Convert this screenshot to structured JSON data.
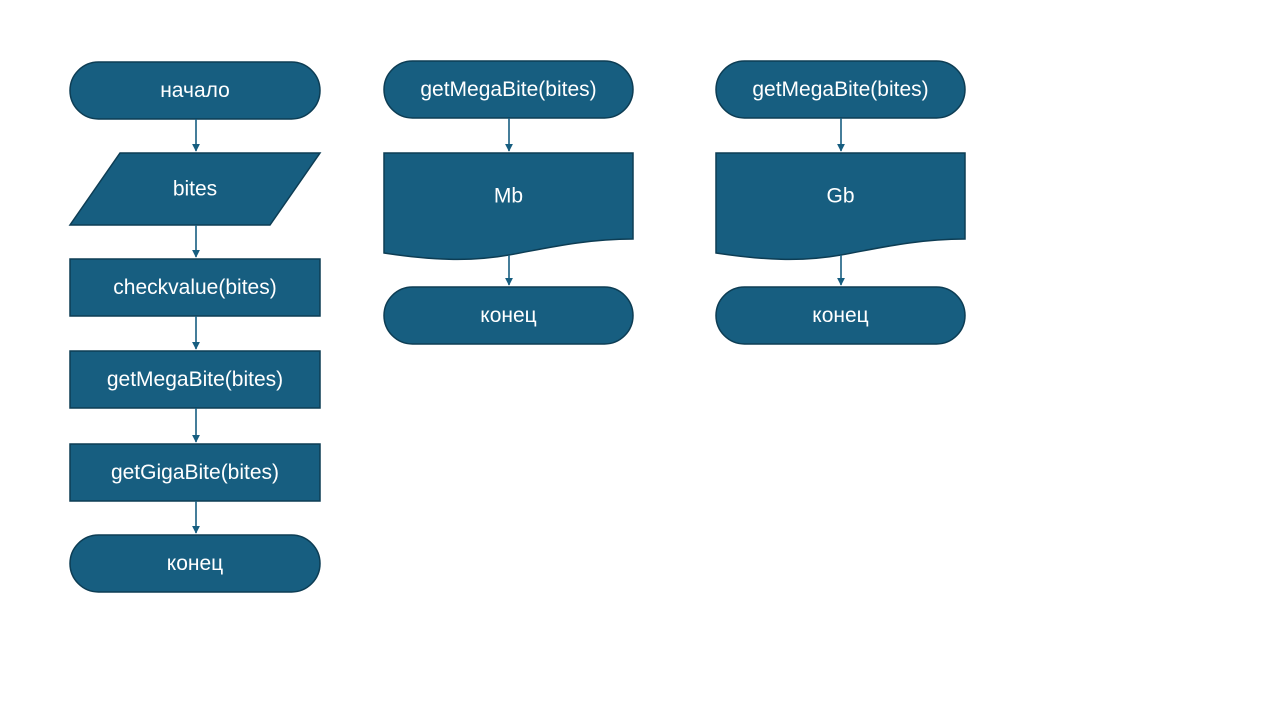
{
  "colors": {
    "shape_fill": "#175e80",
    "shape_stroke": "#0d3d54",
    "text": "#ffffff",
    "background": "#ffffff"
  },
  "main_flow": {
    "start": "начало",
    "input": "bites",
    "step_check": "checkvalue(bites)",
    "step_mega": "getMegaBite(bites)",
    "step_giga": "getGigaBite(bites)",
    "end": "конец"
  },
  "mega_flow": {
    "start": "getMegaBite(bites)",
    "output": "Mb",
    "end": "конец"
  },
  "giga_flow": {
    "start": "getMegaBite(bites)",
    "output": "Gb",
    "end": "конец"
  }
}
